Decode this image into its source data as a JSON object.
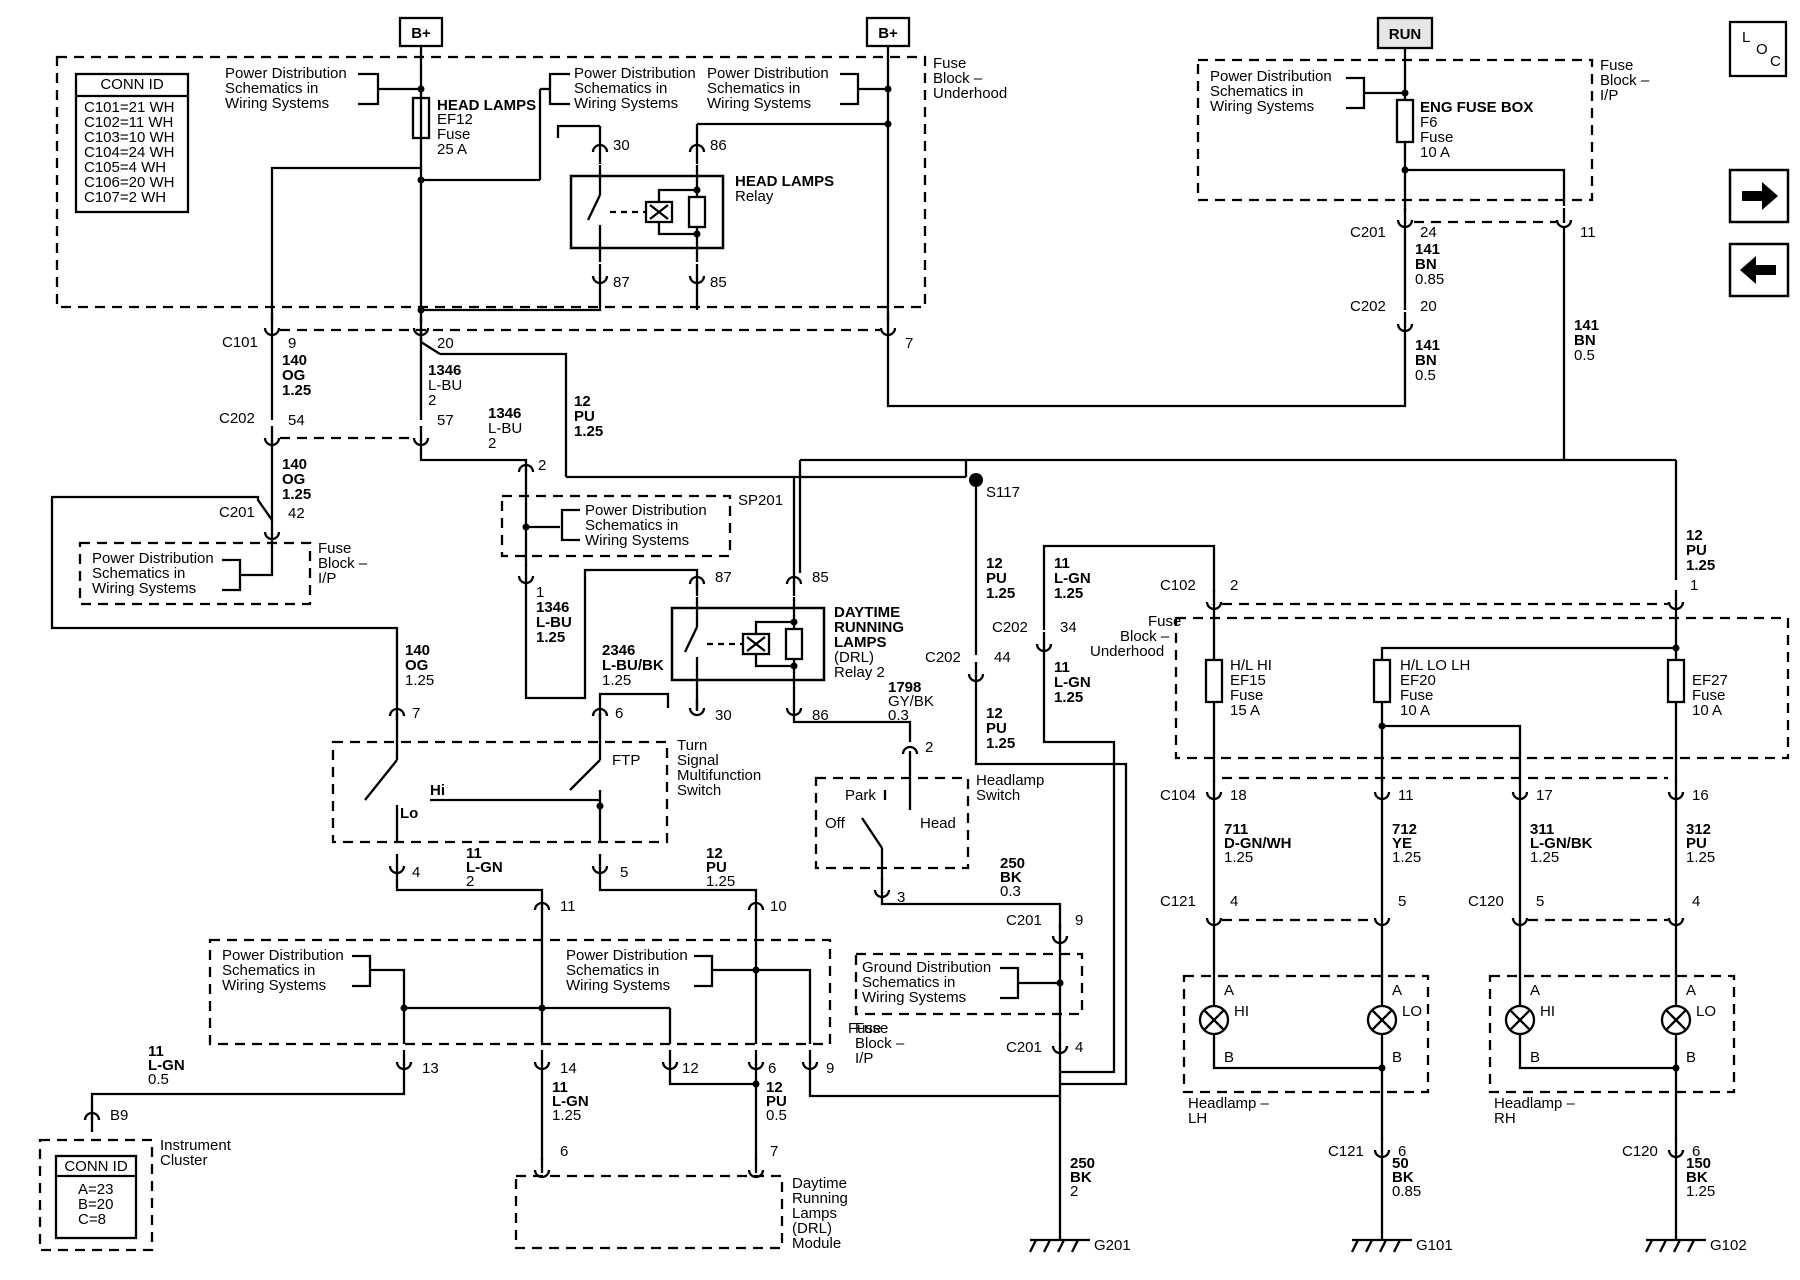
{
  "power": {
    "bplus": "B+",
    "run": "RUN",
    "loc_l": "L",
    "loc_o": "O",
    "loc_c": "C"
  },
  "conn_id": {
    "title": "CONN ID",
    "rows": [
      "C101=21 WH",
      "C102=11 WH",
      "C103=10 WH",
      "C104=24 WH",
      "C105=4 WH",
      "C106=20 WH",
      "C107=2 WH"
    ]
  },
  "cluster_conn": {
    "title": "CONN ID",
    "rows": [
      "A=23",
      "B=20",
      "C=8"
    ]
  },
  "pds": [
    "Power Distribution",
    "Schematics in",
    "Wiring Systems"
  ],
  "pds_top": [
    "Power Distribution",
    "Schematics in",
    "Wiring Systems"
  ],
  "gds": [
    "Ground Distribution",
    "Schematics in",
    "Wiring Systems"
  ],
  "fuse_block_underhood": [
    "Fuse",
    "Block –",
    "Underhood"
  ],
  "fuse_block_ip": [
    "Fuse",
    "Block –",
    "I/P"
  ],
  "head_lamps_fuse": [
    "HEAD LAMPS",
    "EF12",
    "Fuse",
    "25 A"
  ],
  "head_lamps_relay": [
    "HEAD LAMPS",
    "Relay"
  ],
  "eng_fuse": [
    "ENG FUSE BOX",
    "F6",
    "Fuse",
    "10 A"
  ],
  "drl_relay": [
    "DAYTIME",
    "RUNNING",
    "LAMPS",
    "(DRL)",
    "Relay 2"
  ],
  "turn_switch": [
    "Turn",
    "Signal",
    "Multifunction",
    "Switch"
  ],
  "headlamp_switch": [
    "Headlamp",
    "Switch"
  ],
  "switch_pos": {
    "park": "Park",
    "off": "Off",
    "head": "Head",
    "hi": "Hi",
    "lo": "Lo",
    "ftp": "FTP"
  },
  "drl_module": [
    "Daytime",
    "Running",
    "Lamps",
    "(DRL)",
    "Module"
  ],
  "instrument_cluster": [
    "Instrument",
    "Cluster"
  ],
  "hl_hi_fuse": [
    "H/L HI",
    "EF15",
    "Fuse",
    "15 A"
  ],
  "hl_lo_fuse": [
    "H/L LO LH",
    "EF20",
    "Fuse",
    "10 A"
  ],
  "ef27_fuse": [
    "EF27",
    "Fuse",
    "10 A"
  ],
  "headlamp_lh": [
    "Headlamp –",
    "LH"
  ],
  "headlamp_rh": [
    "Headlamp –",
    "RH"
  ],
  "lamp_labels": {
    "a": "A",
    "b": "B",
    "hi": "HI",
    "lo": "LO"
  },
  "connectors": {
    "C101": "C101",
    "C201": "C201",
    "C202": "C202",
    "C102": "C102",
    "C104": "C104",
    "C121": "C121",
    "C120": "C120",
    "S117": "S117",
    "SP201": "SP201"
  },
  "pins": {
    "p30": "30",
    "p86": "86",
    "p87": "87",
    "p85": "85",
    "p9": "9",
    "p20": "20",
    "p7": "7",
    "p54": "54",
    "p57": "57",
    "p42": "42",
    "p2": "2",
    "p1": "1",
    "p24": "24",
    "p11": "11",
    "p20b": "20",
    "p87b": "87",
    "p85b": "85",
    "p86b": "86",
    "p30b": "30",
    "p6": "6",
    "p7b": "7",
    "p2b": "2",
    "p3": "3",
    "p4": "4",
    "p5": "5",
    "p11b": "11",
    "p10": "10",
    "p9b": "9",
    "p4b": "4",
    "p13": "13",
    "p14": "14",
    "p12": "12",
    "p6b": "6",
    "p9c": "9",
    "p6c": "6",
    "p7c": "7",
    "pB9": "B9",
    "p44": "44",
    "p34": "34",
    "p2c": "2",
    "p1b": "1",
    "p18": "18",
    "p11c": "11",
    "p17": "17",
    "p16": "16",
    "p4c": "4",
    "p5b": "5",
    "p5c": "5",
    "p4d": "4",
    "p6d": "6",
    "p6e": "6"
  },
  "wires": {
    "w140a": [
      "140",
      "OG",
      "1.25"
    ],
    "w1346a": [
      "1346",
      "L-BU",
      "2"
    ],
    "w12pu": [
      "12",
      "PU",
      "1.25"
    ],
    "w1346b": [
      "1346",
      "L-BU",
      "2"
    ],
    "w140b": [
      "140",
      "OG",
      "1.25"
    ],
    "w1346c": [
      "1346",
      "L-BU",
      "1.25"
    ],
    "w140c": [
      "140",
      "OG",
      "1.25"
    ],
    "w2346": [
      "2346",
      "L-BU/BK",
      "1.25"
    ],
    "w1798": [
      "1798",
      "GY/BK",
      "0.3"
    ],
    "w141a": [
      "141",
      "BN",
      "0.85"
    ],
    "w141b": [
      "141",
      "BN",
      "0.5"
    ],
    "w141c": [
      "141",
      "BN",
      "0.5"
    ],
    "w12pub": [
      "12",
      "PU",
      "1.25"
    ],
    "w11lgn": [
      "11",
      "L-GN",
      "1.25"
    ],
    "w12puc": [
      "12",
      "PU",
      "1.25"
    ],
    "w11lgnb": [
      "11",
      "L-GN",
      "1.25"
    ],
    "w12pud": [
      "12",
      "PU",
      "1.25"
    ],
    "w11lgnc": [
      "11",
      "L-GN",
      "2"
    ],
    "w12pue": [
      "12",
      "PU",
      "1.25"
    ],
    "w250a": [
      "250",
      "BK",
      "0.3"
    ],
    "w11lgnd": [
      "11",
      "L-GN",
      "0.5"
    ],
    "w11lgne": [
      "11",
      "L-GN",
      "1.25"
    ],
    "w12puf": [
      "12",
      "PU",
      "0.5"
    ],
    "w250b": [
      "250",
      "BK",
      "2"
    ],
    "w711": [
      "711",
      "D-GN/WH",
      "1.25"
    ],
    "w712": [
      "712",
      "YE",
      "1.25"
    ],
    "w311": [
      "311",
      "L-GN/BK",
      "1.25"
    ],
    "w312": [
      "312",
      "PU",
      "1.25"
    ],
    "w50": [
      "50",
      "BK",
      "0.85"
    ],
    "w150": [
      "150",
      "BK",
      "1.25"
    ]
  },
  "grounds": {
    "g201": "G201",
    "g101": "G101",
    "g102": "G102"
  },
  "nav": {
    "next": "→",
    "prev": "←"
  }
}
